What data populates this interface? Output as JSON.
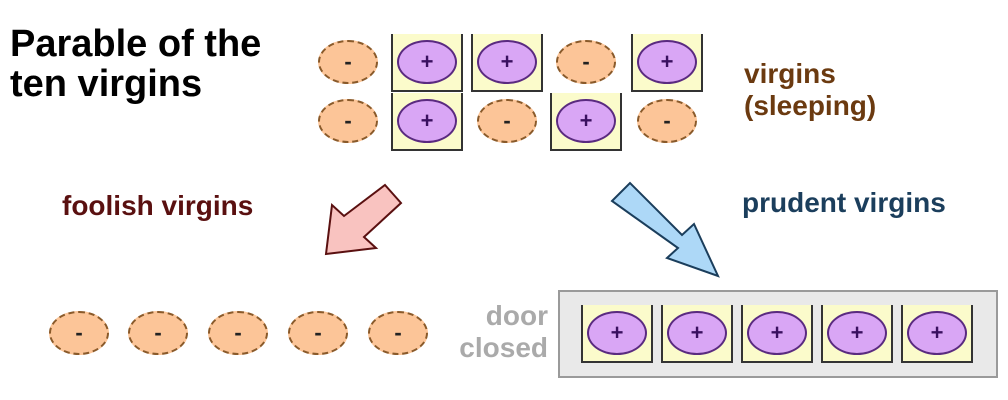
{
  "title_lines": [
    "Parable of the",
    "ten virgins"
  ],
  "labels": {
    "sleeping": [
      "virgins",
      "(sleeping)"
    ],
    "foolish": "foolish virgins",
    "prudent": "prudent virgins",
    "door": [
      "door",
      "closed"
    ]
  },
  "signs": {
    "foolish": "-",
    "prudent": "+"
  },
  "colors": {
    "foolish_fill": "#fcc598",
    "prudent_fill": "#d9a6f5",
    "lamp_slot": "#fbfbcb",
    "foolish_arrow": "#f9c3c0",
    "prudent_arrow": "#add8f7",
    "door_box": "#e9e9e9"
  },
  "top_rows": [
    [
      "-",
      "+",
      "+",
      "-",
      "+"
    ],
    [
      "-",
      "+",
      "-",
      "+",
      "-"
    ]
  ],
  "foolish_row": [
    "-",
    "-",
    "-",
    "-",
    "-"
  ],
  "prudent_row": [
    "+",
    "+",
    "+",
    "+",
    "+"
  ]
}
